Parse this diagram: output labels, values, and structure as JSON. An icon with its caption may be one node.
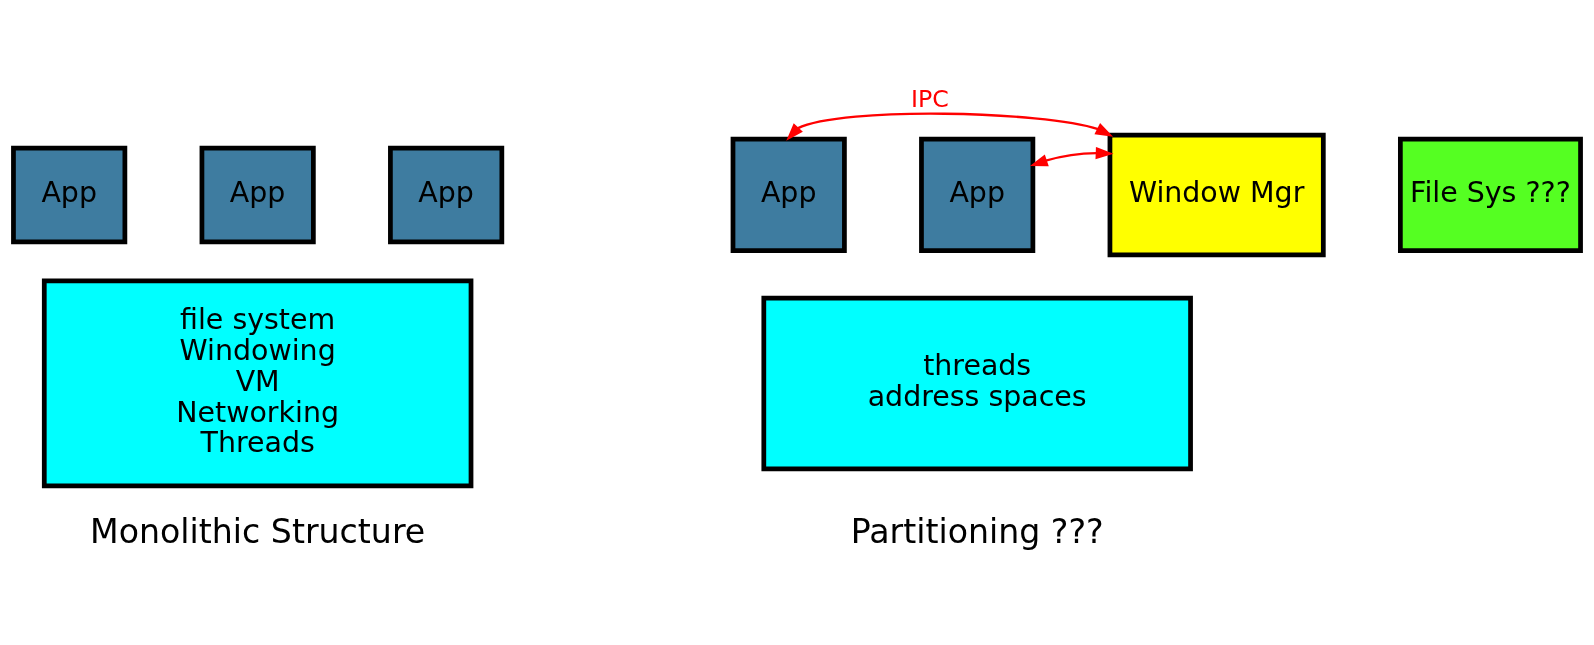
{
  "diagram": {
    "nodes": [
      {
        "text": [
          "App"
        ]
      },
      {
        "text": [
          "App"
        ]
      },
      {
        "text": [
          "App"
        ]
      },
      {
        "text": [
          "file system",
          "Windowing",
          "VM",
          "Networking",
          "Threads"
        ]
      },
      {
        "text": [
          "App"
        ]
      },
      {
        "text": [
          "App"
        ]
      },
      {
        "text": [
          "Window Mgr"
        ]
      },
      {
        "text": [
          "File Sys ???"
        ]
      },
      {
        "text": [
          "threads",
          "address spaces"
        ]
      }
    ],
    "edges": [
      {
        "from": 4,
        "to": 6,
        "arrow": "both",
        "label": "IPC",
        "color": "#ff0000"
      },
      {
        "from": 5,
        "to": 6,
        "arrow": "both",
        "color": "#ff0000"
      }
    ],
    "labels": [
      "Monolithic Structure",
      "Partitioning ???"
    ]
  }
}
